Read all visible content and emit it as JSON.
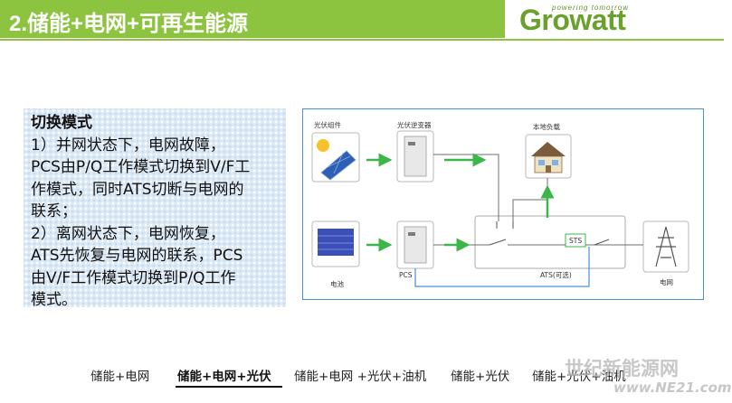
{
  "header": {
    "title": "2.储能+电网+可再生能源",
    "logo_word": "Growatt",
    "logo_tagline": "powering tomorrow",
    "accent_color": "#8cc43f"
  },
  "textbox": {
    "lines": [
      "切换模式",
      "1）并网状态下，电网故障，",
      "PCS由P/Q工作模式切换到V/F工",
      "作模式，同时ATS切断与电网的",
      "联系；",
      "2）离网状态下，电网恢复，",
      "ATS先恢复与电网的联系，PCS",
      "由V/F工作模式切换到P/Q工作",
      "模式。"
    ]
  },
  "diagram": {
    "pv_module": "光伏组件",
    "pv_inverter": "光伏逆变器",
    "local_load": "本地负载",
    "battery": "电池",
    "pcs": "PCS",
    "sts": "STS",
    "ats": "ATS(可选)",
    "grid": "电网",
    "line_color": "#4a90d9",
    "arrow_color": "#3cb54a"
  },
  "nav": {
    "items": [
      "储能+电网",
      "储能+电网+光伏",
      "储能+电网 +光伏+油机",
      "储能+光伏",
      "储能+光伏+油机"
    ],
    "active_index": 1
  },
  "watermark": {
    "line1": "世纪新能源网",
    "line2": "www.NE21.com"
  }
}
